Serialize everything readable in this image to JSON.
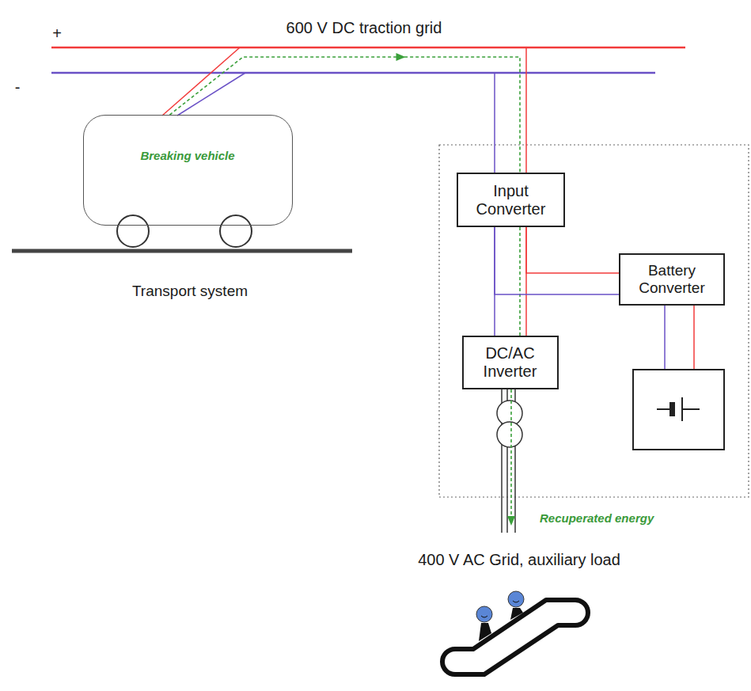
{
  "diagram": {
    "nodes": [
      {
        "text": [
          "Breaking vehicle"
        ]
      },
      {
        "text": [
          "Input Converter"
        ]
      },
      {
        "text": [
          "Battery Converter"
        ]
      },
      {
        "text": [
          "DC/AC Inverter"
        ]
      }
    ],
    "edges": [
      {
        "from": 0,
        "to": 1,
        "arrow": "to"
      },
      {
        "from": 1,
        "to": 3,
        "arrow": "none"
      },
      {
        "from": 1,
        "to": 2,
        "arrow": "none"
      }
    ],
    "labels": [
      "+",
      "-",
      "600 V DC traction grid",
      "Transport system",
      "Recuperated energy",
      "400 V AC Grid, auxiliary load"
    ]
  }
}
